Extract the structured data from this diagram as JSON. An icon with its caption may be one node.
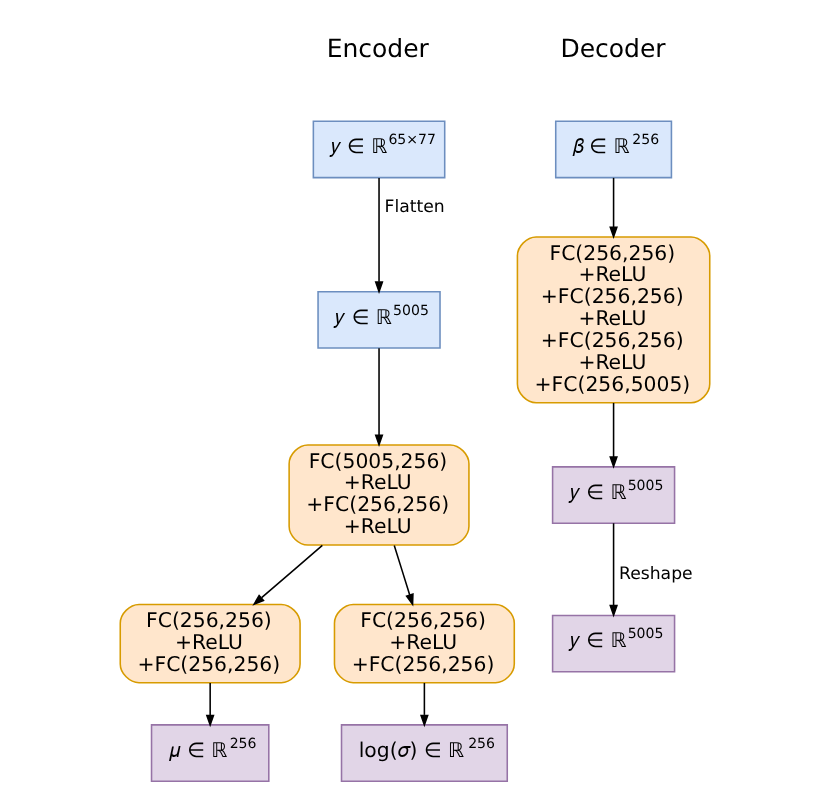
{
  "diagram": {
    "nodes": [
      {
        "text": [
          "𝑦 ∈ ℝ$^{65×77}$"
        ]
      },
      {
        "text": [
          "𝑦 ∈ ℝ$^{5005}$"
        ]
      },
      {
        "text": [
          "FC(5005,256) +ReLU +FC(256,256) +ReLU"
        ]
      },
      {
        "text": [
          "FC(256,256) +ReLU +FC(256,256)"
        ]
      },
      {
        "text": [
          "FC(256,256) +ReLU +FC(256,256)"
        ]
      },
      {
        "text": [
          "𝜇 ∈ ℝ$^{256}$"
        ]
      },
      {
        "text": [
          "log(𝜎) ∈ ℝ$^{256}$"
        ]
      },
      {
        "text": [
          "𝛽 ∈ ℝ$^{256}$"
        ]
      },
      {
        "text": [
          "FC(256,256) +ReLU +FC(256,256) +ReLU +FC(256,256) +ReLU +FC(256,5005)"
        ]
      },
      {
        "text": [
          "𝑦 ∈ ℝ$^{5005}$"
        ]
      },
      {
        "text": [
          "𝑦 ∈ ℝ$^{5005}$"
        ]
      }
    ],
    "edges": [
      {
        "from": 0,
        "to": 1,
        "arrow": "to",
        "label": "Flatten"
      },
      {
        "from": 1,
        "to": 2,
        "arrow": "to"
      },
      {
        "from": 2,
        "to": 3,
        "arrow": "to"
      },
      {
        "from": 2,
        "to": 4,
        "arrow": "to"
      },
      {
        "from": 3,
        "to": 5,
        "arrow": "to"
      },
      {
        "from": 4,
        "to": 6,
        "arrow": "to"
      },
      {
        "from": 7,
        "to": 8,
        "arrow": "to"
      },
      {
        "from": 8,
        "to": 9,
        "arrow": "to"
      },
      {
        "from": 9,
        "to": 10,
        "arrow": "to",
        "label": "Reshape"
      }
    ],
    "labels": [
      "Encoder",
      "Decoder"
    ]
  }
}
